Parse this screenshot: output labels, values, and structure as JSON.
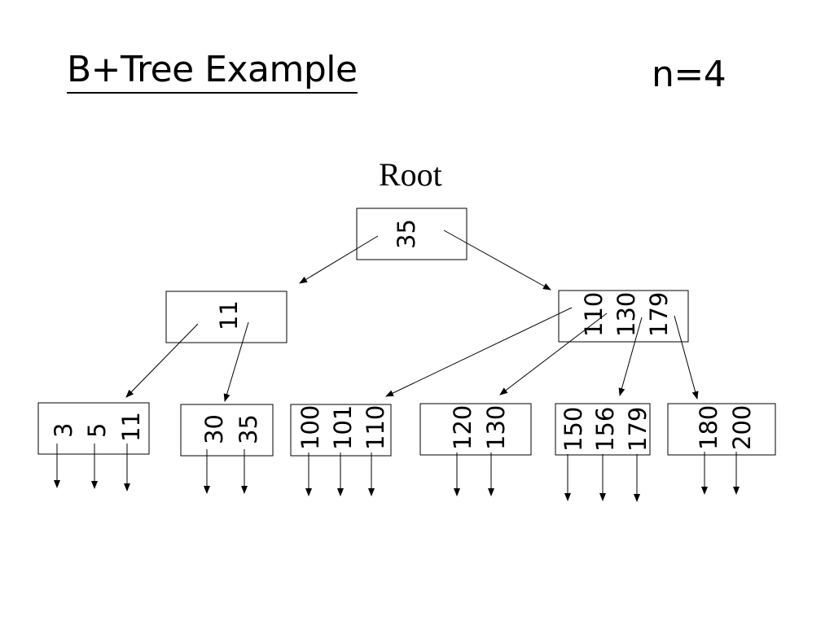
{
  "title": "B+Tree Example",
  "parameter": "n=4",
  "root_label": "Root",
  "nodes": {
    "root": [
      "35"
    ],
    "inner_left": [
      "11"
    ],
    "inner_right": [
      "110",
      "130",
      "179"
    ],
    "leaf_1": [
      "3",
      "5",
      "11"
    ],
    "leaf_2": [
      "30",
      "35"
    ],
    "leaf_3": [
      "100",
      "101",
      "110"
    ],
    "leaf_4": [
      "120",
      "130"
    ],
    "leaf_5": [
      "150",
      "156",
      "179"
    ],
    "leaf_6": [
      "180",
      "200"
    ]
  }
}
